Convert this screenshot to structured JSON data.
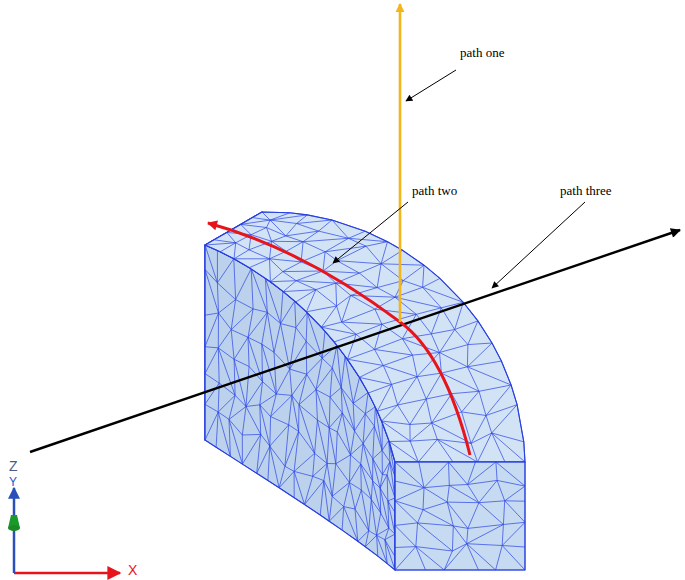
{
  "diagram": {
    "labels": [
      "path one",
      "path two",
      "path three",
      "Z",
      "Y",
      "X"
    ]
  }
}
